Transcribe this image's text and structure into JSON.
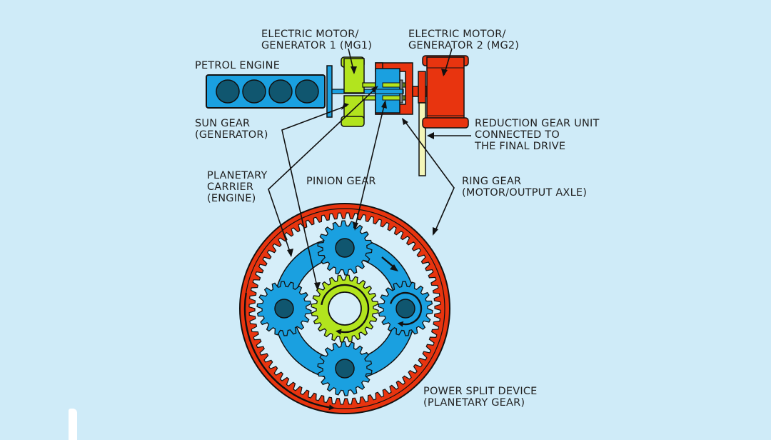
{
  "title": "Power Split Device Diagram",
  "colors": {
    "background": "#cfebf8",
    "engine_blue": "#1aa0e0",
    "cylinder": "#10566f",
    "motor_green": "#b2e41e",
    "motor_red": "#e8340f",
    "shaft_yellow": "#f4f6b8",
    "outline": "#111111"
  },
  "labels": {
    "petrol_engine": "PETROL ENGINE",
    "mg1": [
      "ELECTRIC MOTOR/",
      "GENERATOR 1 (MG1)"
    ],
    "mg2": [
      "ELECTRIC MOTOR/",
      "GENERATOR 2 (MG2)"
    ],
    "sun_gear": [
      "SUN GEAR",
      "(GENERATOR)"
    ],
    "reduction_gear": [
      "REDUCTION GEAR UNIT",
      "CONNECTED TO",
      "THE FINAL DRIVE"
    ],
    "planetary_carrier": [
      "PLANETARY",
      "CARRIER",
      "(ENGINE)"
    ],
    "pinion_gear": "PINION GEAR",
    "ring_gear": [
      "RING GEAR",
      "(MOTOR/OUTPUT AXLE)"
    ],
    "power_split": [
      "POWER SPLIT DEVICE",
      "(PLANETARY GEAR)"
    ]
  },
  "components": {
    "engine_cylinders": 4,
    "pinion_gears": 4,
    "ring_teeth": 72,
    "pinion_teeth": 18,
    "sun_teeth": 24
  }
}
